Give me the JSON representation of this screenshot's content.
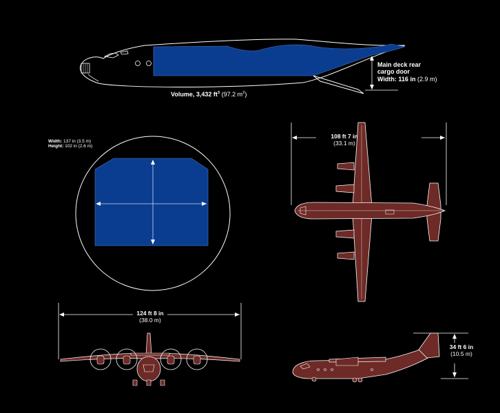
{
  "colors": {
    "background": "#000000",
    "cargo_fill": "#0a3d8f",
    "aircraft_fill": "#6e2a26",
    "line": "#ffffff"
  },
  "cargo_profile": {
    "volume_prefix": "Volume, 3,432 ft",
    "volume_sup": "3",
    "volume_mid": " (97.2 m",
    "volume_sup2": "2",
    "volume_suffix": ")",
    "door_title_1": "Main deck rear",
    "door_title_2": "cargo door",
    "door_width_label": "Width:",
    "door_width_value": "116 in",
    "door_width_metric": "(2.9 m)"
  },
  "cross_section": {
    "width_label": "Width:",
    "width_value": "137 in (3.5 m)",
    "height_label": "Height:",
    "height_value": "102 in (2.6 m)"
  },
  "top_view": {
    "length": "108 ft 7 in",
    "length_metric": "(33.1 m)"
  },
  "front_view": {
    "span": "124 ft 8 in",
    "span_metric": "(38.0 m)"
  },
  "side_view": {
    "height": "34 ft 6 in",
    "height_metric": "(10.5 m)"
  }
}
